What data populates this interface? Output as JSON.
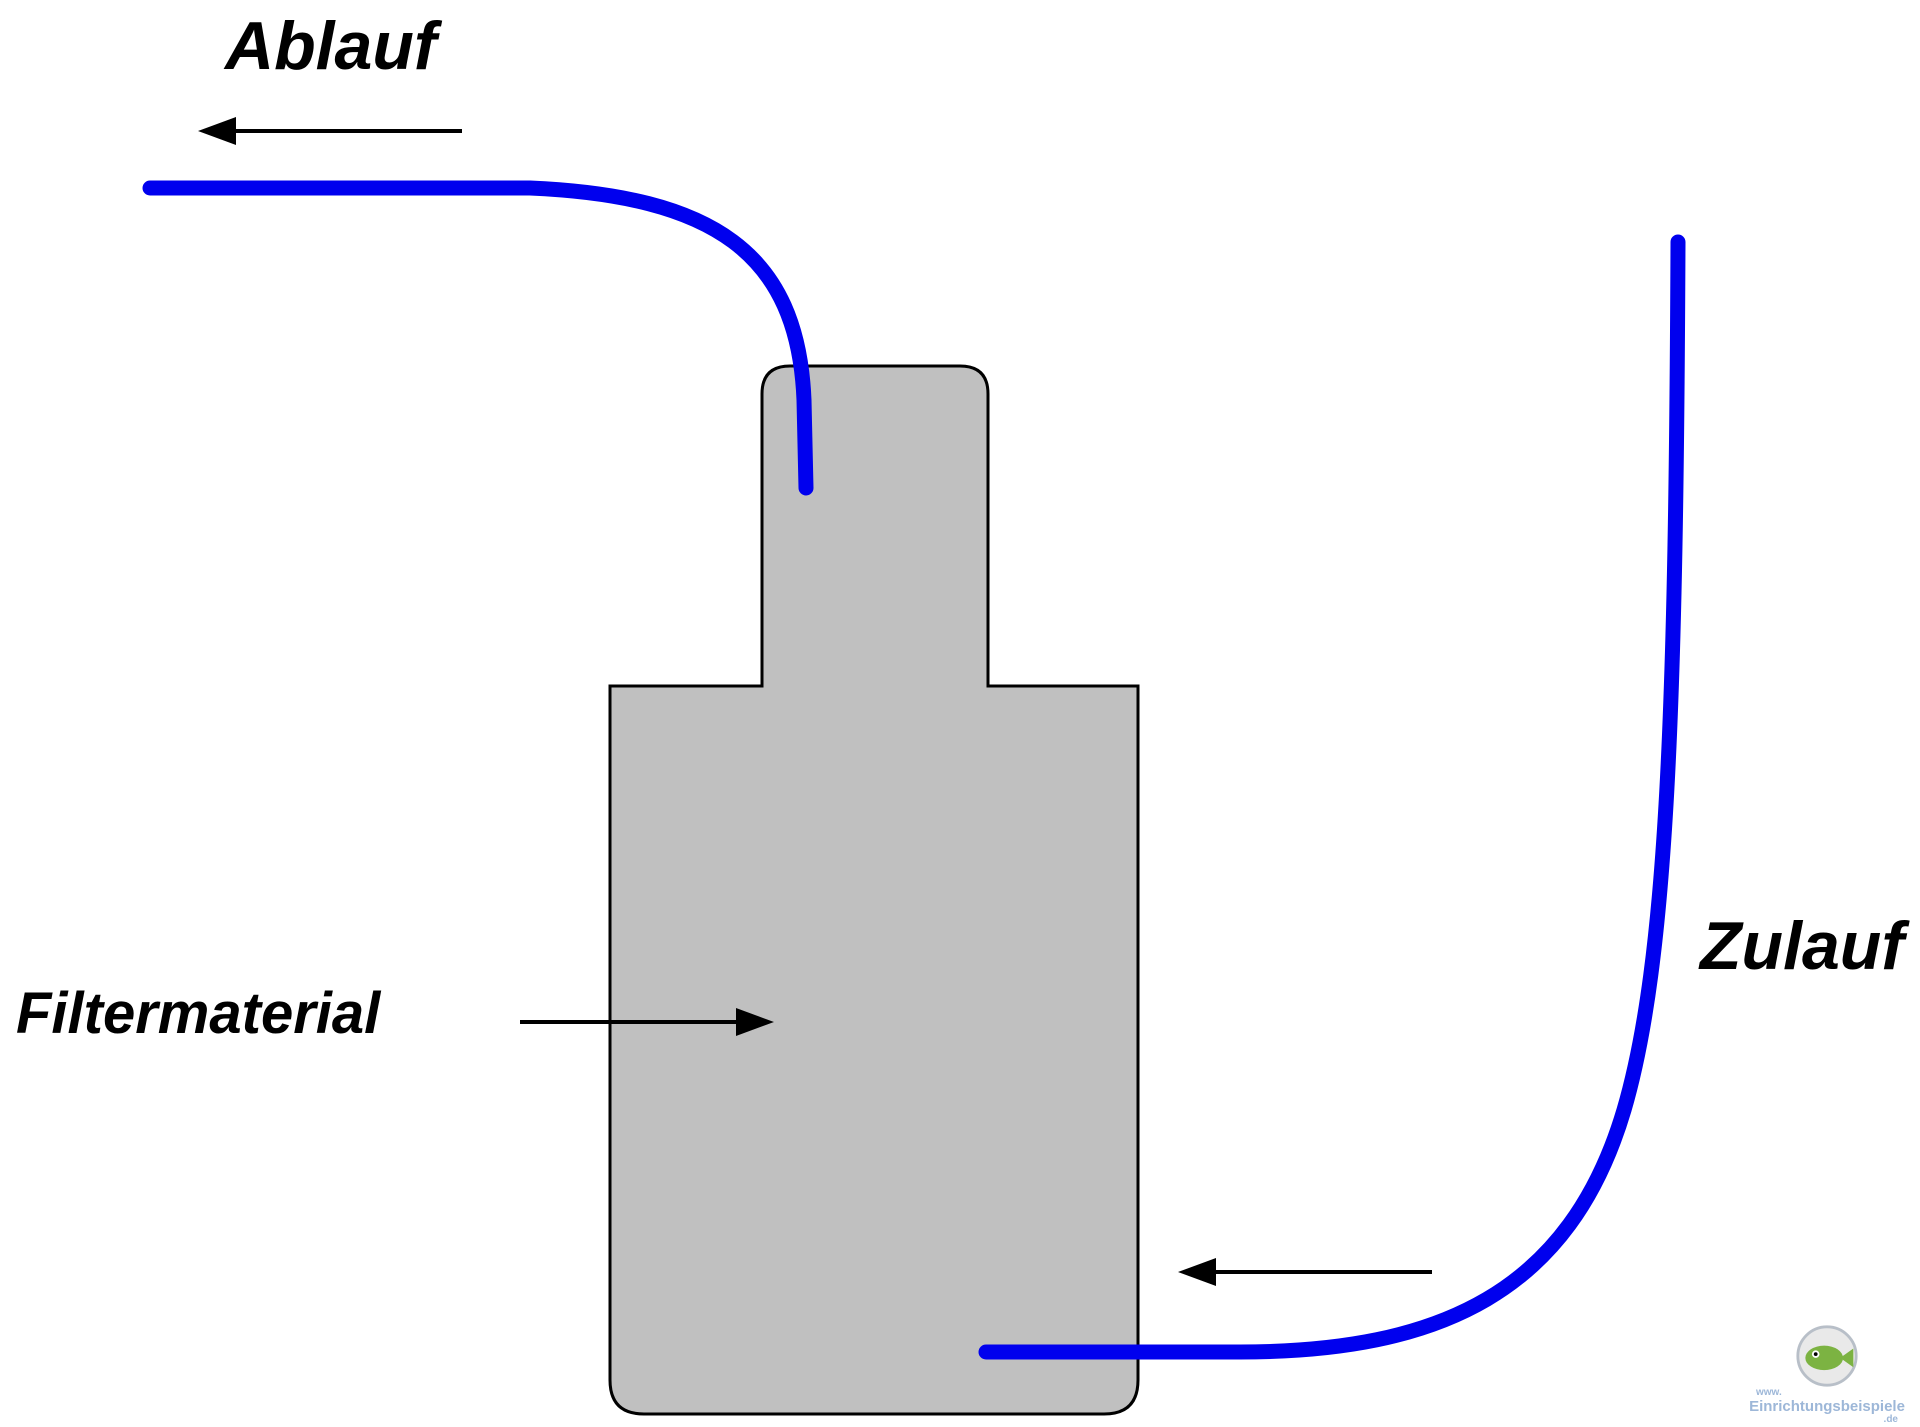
{
  "diagram": {
    "labels": {
      "outflow": "Ablauf",
      "inflow": "Zulauf",
      "filter_material": "Filtermaterial"
    },
    "colors": {
      "tube": "#0000ee",
      "filter_body": "#c0c0c0",
      "outline": "#000000",
      "arrow": "#000000",
      "watermark_text": "#9db7d8"
    }
  },
  "watermark": {
    "www": "www.",
    "name": "Einrichtungsbeispiele",
    "tld": ".de"
  }
}
